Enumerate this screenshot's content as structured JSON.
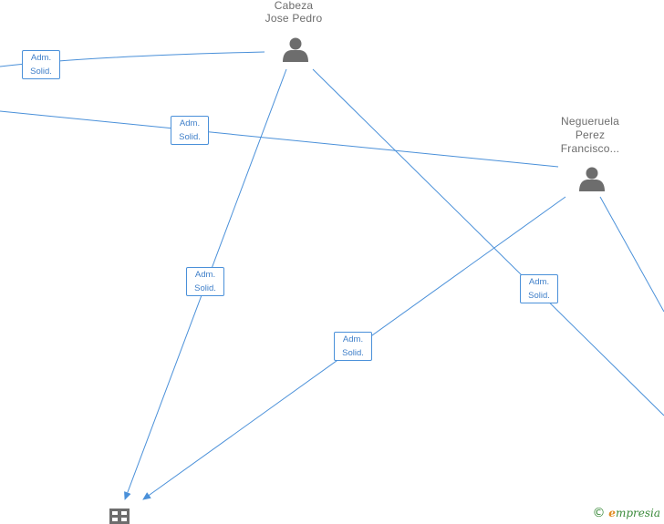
{
  "nodes": {
    "cabeza": {
      "line1": "Cabeza",
      "line2": "Jose Pedro"
    },
    "negueruela": {
      "line1": "Negueruela",
      "line2": "Perez",
      "line3": "Francisco..."
    },
    "company": {
      "icon": "building-icon"
    }
  },
  "edge_labels": [
    {
      "line1": "Adm.",
      "line2": "Solid."
    },
    {
      "line1": "Adm.",
      "line2": "Solid."
    },
    {
      "line1": "Adm.",
      "line2": "Solid."
    },
    {
      "line1": "Adm.",
      "line2": "Solid."
    },
    {
      "line1": "Adm.",
      "line2": "Solid."
    }
  ],
  "brand": {
    "copyright": "©",
    "e": "e",
    "name": "mpresia"
  },
  "colors": {
    "edge": "#4a90d9",
    "node_icon": "#6d6d6d",
    "text": "#6d6d6d"
  }
}
